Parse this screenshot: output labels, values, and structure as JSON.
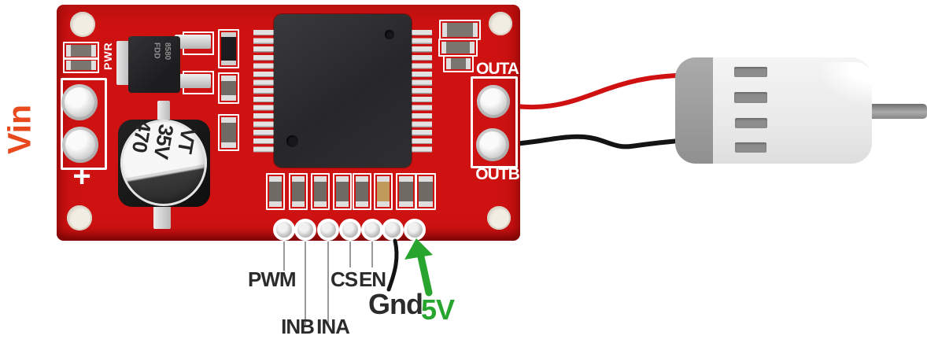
{
  "colors": {
    "board_red": "#ce1212",
    "board_red_dark": "#8f0b0b",
    "silk": "#ffffff",
    "ic_dark": "#2c2c2e",
    "pad_silver": "#d8d8d8",
    "wire_red": "#cf1111",
    "wire_black": "#141414",
    "vin_orange": "#e8491d",
    "label_dark": "#2b2b2b",
    "green": "#28a52e",
    "line_gray": "#9a9a9a",
    "motor_body": "#ededed",
    "motor_cap": "#9b9b9b",
    "motor_slot": "#8d8d8d",
    "motor_shaft": "#8f8f8f",
    "smd_tan": "#c09a5a"
  },
  "annotations": {
    "vin": "Vin"
  },
  "pinout": {
    "pwm": "PWM",
    "inb": "INB",
    "ina": "INA",
    "cs": "CS",
    "en": "EN",
    "gnd": "Gnd",
    "supply": "5V"
  },
  "board": {
    "silkscreen": {
      "pwr": "PWR",
      "outa": "OUTA",
      "outb": "OUTB",
      "vin_plus": "+"
    },
    "capacitor": {
      "value": "470",
      "voltage": "35V",
      "series": "VT"
    },
    "mosfet": {
      "line1": "FDD",
      "line2": "8580"
    }
  }
}
